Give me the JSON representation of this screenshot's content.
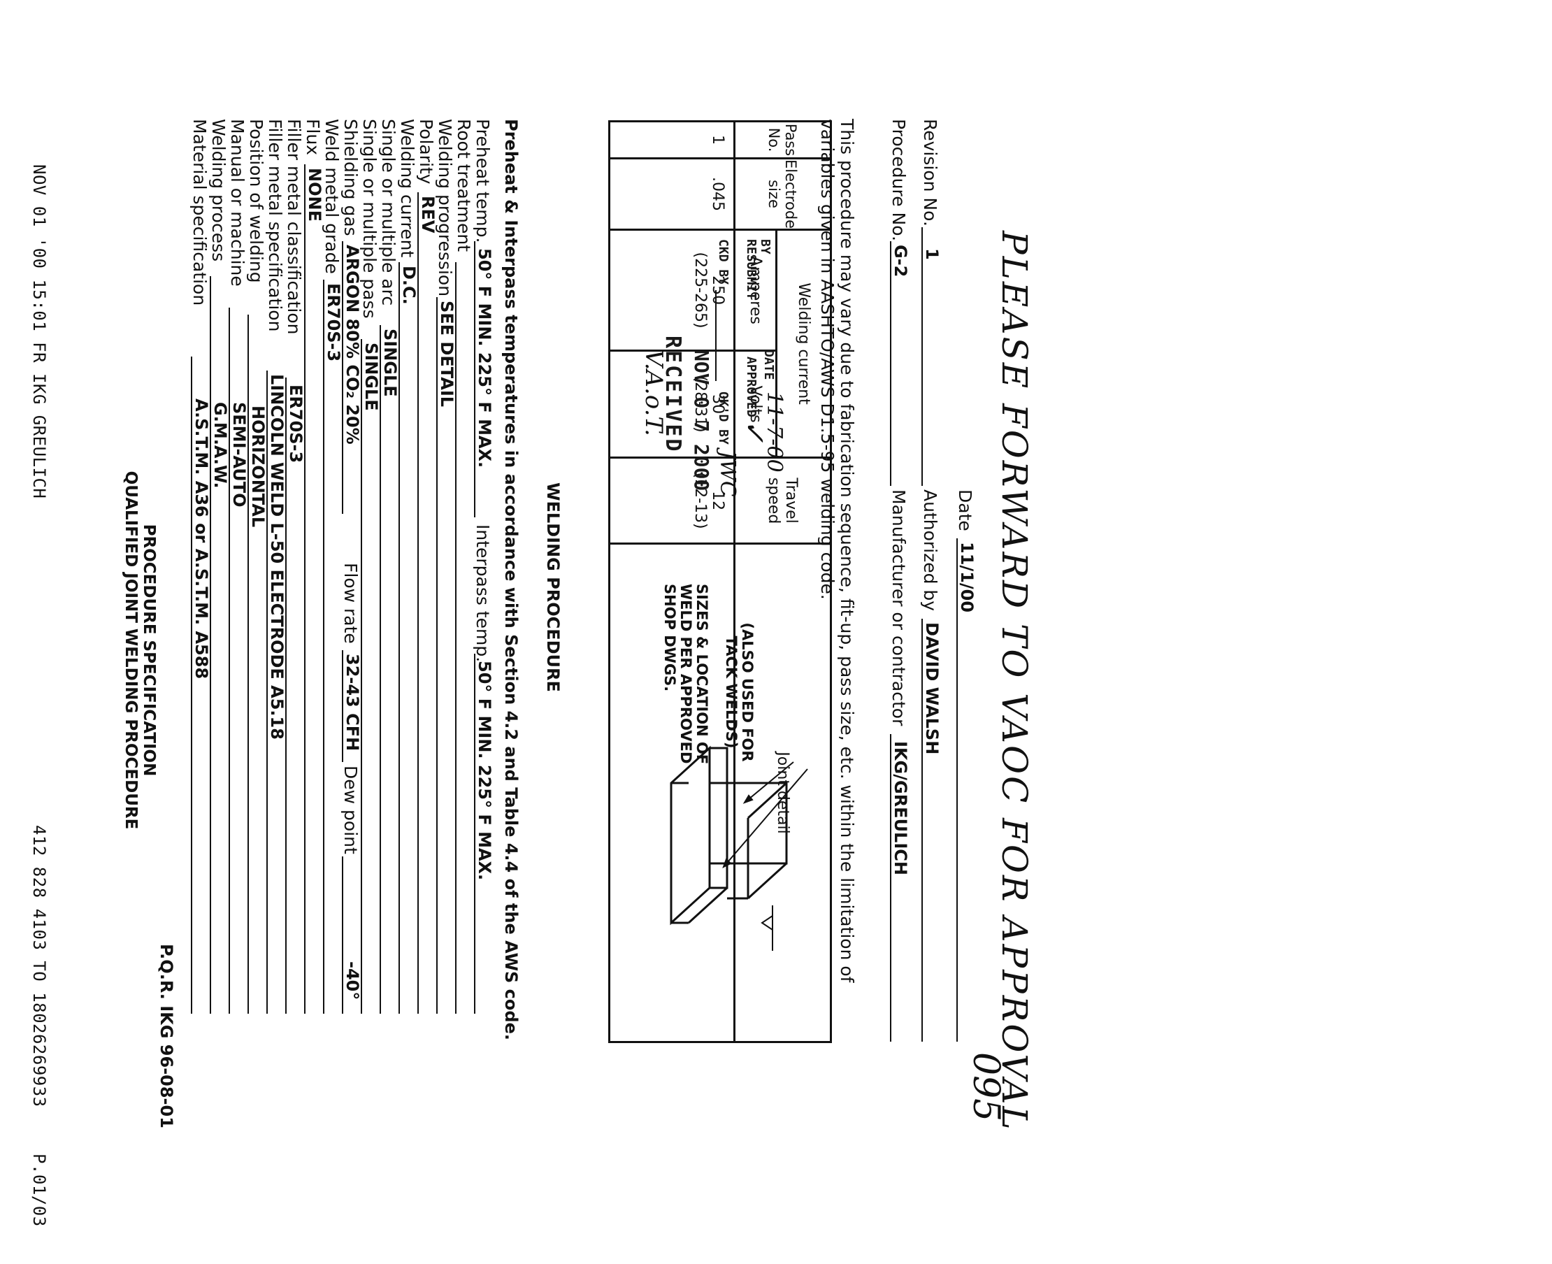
{
  "fax_header": {
    "left": "NOV 01 '00 15:01 FR IKG GREULICH",
    "middle": "412 828 4103 TO 18026269933",
    "right": "P.01/03"
  },
  "document": {
    "title_line1": "QUALIFIED JOINT WELDING PROCEDURE",
    "title_line2": "PROCEDURE SPECIFICATION",
    "pqr": "P.Q.R. IKG 96-08-01"
  },
  "fields": {
    "material_label": "Material specification",
    "material_value": "A.S.T.M. A36 or A.S.T.M. A588",
    "process_label": "Welding process",
    "process_value": "G.M.A.W.",
    "manual_label": "Manual or machine",
    "manual_value": "SEMI-AUTO",
    "position_label": "Position of welding",
    "position_value": "HORIZONTAL",
    "filler_spec_label": "Filler metal specification",
    "filler_spec_value": "LINCOLN WELD L-50 ELECTRODE A5.18",
    "filler_class_label": "Filler metal classification",
    "filler_class_value": "ER70S-3",
    "flux_label": "Flux",
    "flux_value": "NONE",
    "grade_label": "Weld metal grade",
    "grade_value": "ER70S-3",
    "gas_label": "Shielding gas",
    "gas_value": "ARGON 80% CO₂ 20%",
    "flow_label": "Flow rate",
    "flow_value": "32-43 CFH",
    "dew_label": "Dew point",
    "dew_value": "-40°",
    "pass_label": "Single or multiple pass",
    "pass_value": "SINGLE",
    "arc_label": "Single or multiple arc",
    "arc_value": "SINGLE",
    "current_label": "Welding current",
    "current_value": "D.C.",
    "polarity_label": "Polarity",
    "polarity_value": "REV",
    "progression_label": "Welding progression",
    "progression_value": "SEE DETAIL",
    "root_label": "Root treatment",
    "preheat_label": "Preheat temp.",
    "preheat_value": "50° F MIN. 225° F MAX.",
    "interpass_label": "Interpass temp.",
    "interpass_value": "50° F MIN. 225° F MAX."
  },
  "note_text": "Preheat & Interpass temperatures in accordance with Section 4.2 and Table 4.4 of the AWS code.",
  "welding_procedure_title": "WELDING PROCEDURE",
  "table": {
    "h_pass": "Pass No.",
    "h_electrode": "Electrode size",
    "h_current_group": "Welding current",
    "h_amperes": "Amperes",
    "h_volts": "Volts",
    "h_travel": "Travel speed",
    "h_joint": "Joint detail",
    "row": {
      "pass": "1",
      "electrode": ".045",
      "amperes": "250",
      "amperes_range": "(225-265)",
      "volts": "30",
      "volts_range": "(28-31)",
      "travel": "12",
      "travel_range": "(12-13)"
    },
    "joint_note1": "SIZES & LOCATION OF WELD PER APPROVED SHOP DWGS.",
    "joint_note2": "(ALSO USED FOR TACK WELDS)"
  },
  "stamp": {
    "org": "V.A.o.T.",
    "received": "RECEIVED",
    "date": "NOV 0 7 2000",
    "ckd_by": "CKD BY",
    "okd_by": "OK'D BY",
    "okd_initials": "JWC",
    "resubmit": "RESUBMIT",
    "by": "BY",
    "approved": "APPROVED",
    "check": "✓",
    "date_label": "DATE",
    "date_value": "11-7-00"
  },
  "footer": {
    "limitation": "This procedure may vary due to fabrication sequence, fit-up, pass size, etc. within the limitation of variables given in AASHTO/AWS D1.5-95 welding code.",
    "procedure_label": "Procedure No.",
    "procedure_value": "G-2",
    "manufacturer_label": "Manufacturer or contractor",
    "manufacturer_value": "IKG/GREULICH",
    "revision_label": "Revision No.",
    "revision_value": "1",
    "authorized_label": "Authorized by",
    "authorized_value": "DAVID WALSH",
    "date_label": "Date",
    "date_value": "11/1/00"
  },
  "handwritten": {
    "forward_note": "PLEASE FORWARD TO VAOC FOR APPROVAL",
    "page_code": "095"
  }
}
